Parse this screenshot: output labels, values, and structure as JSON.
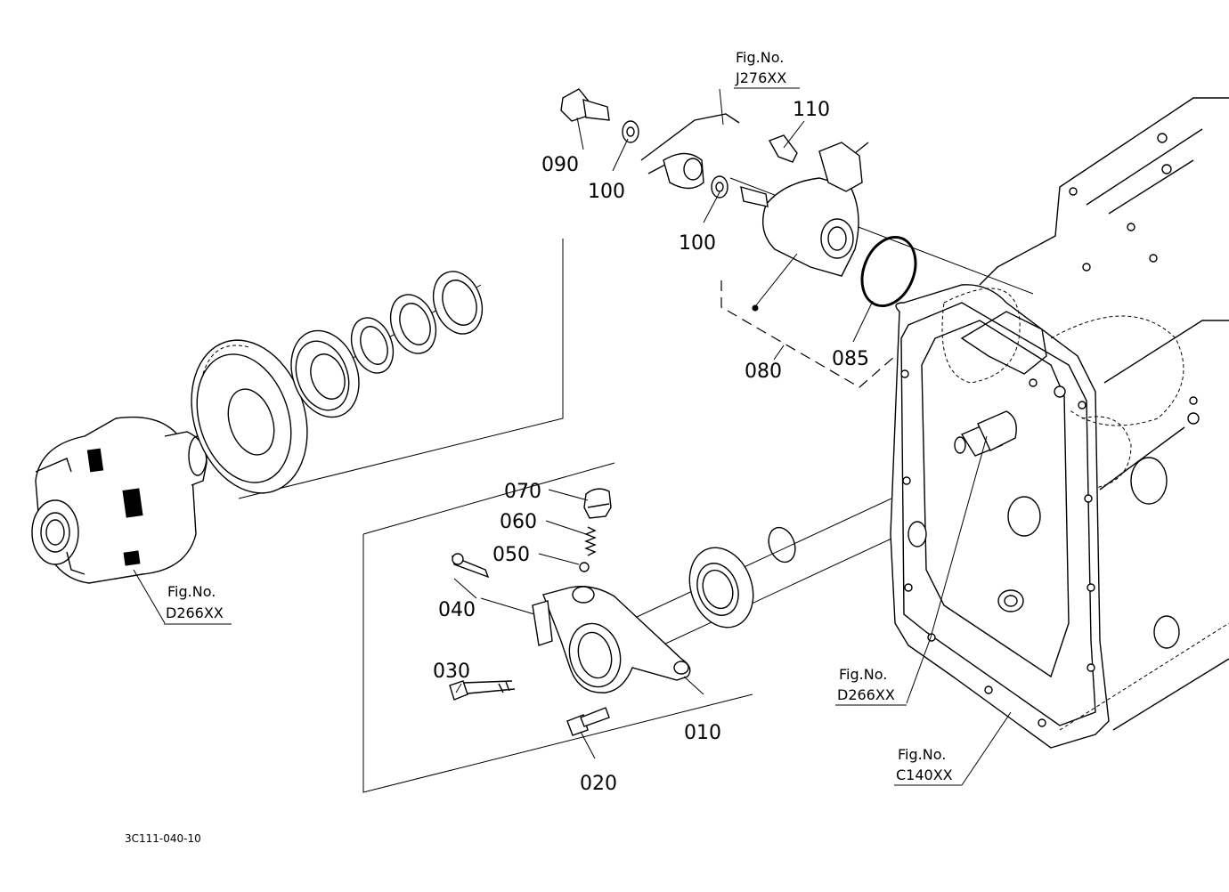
{
  "diagram": {
    "part_labels": {
      "p010": "010",
      "p020": "020",
      "p030": "030",
      "p040": "040",
      "p050": "050",
      "p060": "060",
      "p070": "070",
      "p080": "080",
      "p085": "085",
      "p090": "090",
      "p100a": "100",
      "p100b": "100",
      "p110": "110"
    },
    "figure_refs": {
      "top": {
        "label": "Fig.No.",
        "code": "J276XX"
      },
      "left": {
        "label": "Fig.No.",
        "code": "D266XX"
      },
      "right": {
        "label": "Fig.No.",
        "code": "D266XX"
      },
      "bottom_right": {
        "label": "Fig.No.",
        "code": "C140XX"
      }
    },
    "drawing_code": "3C111-040-10"
  }
}
